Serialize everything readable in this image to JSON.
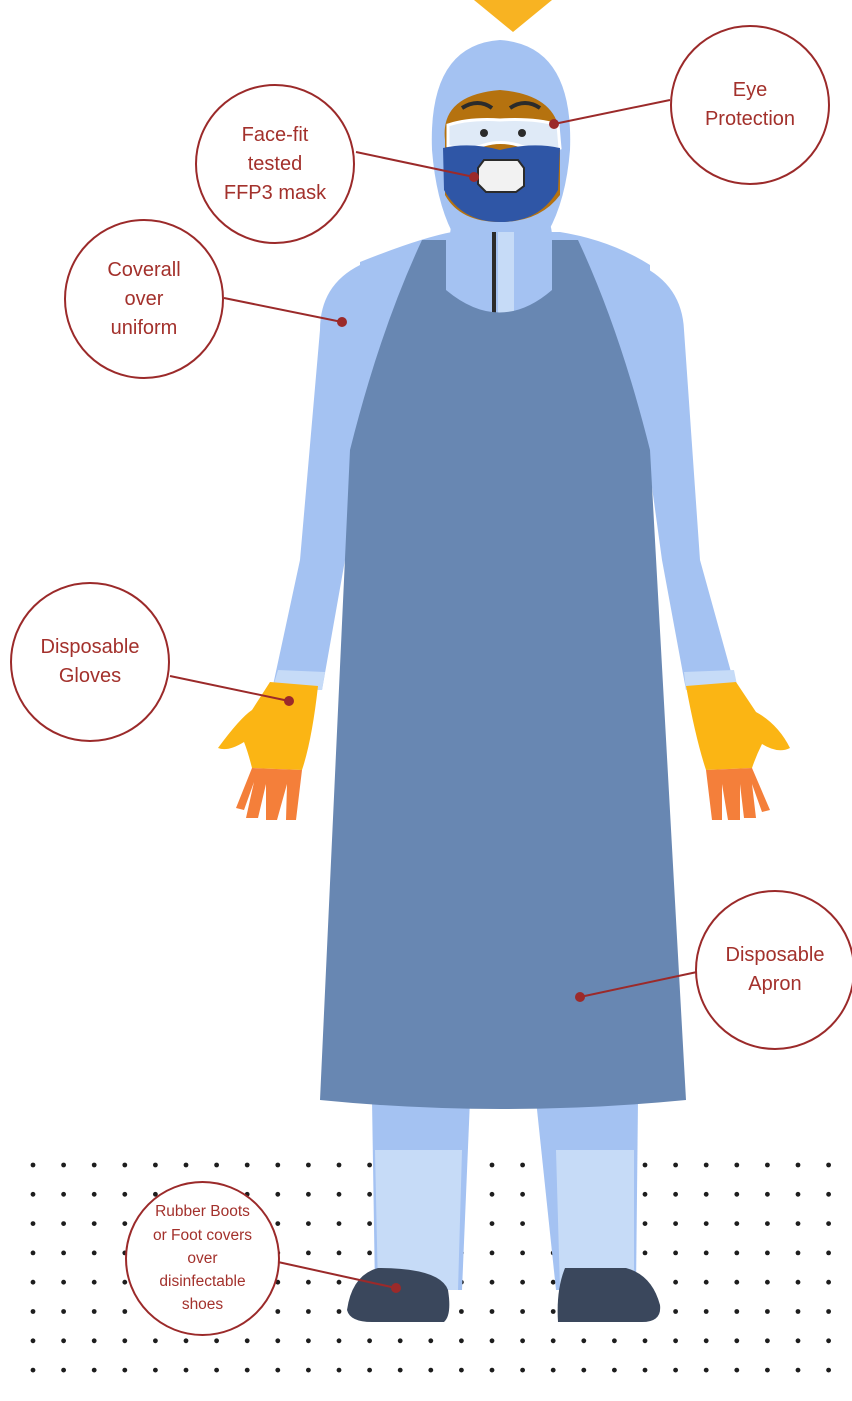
{
  "labels": {
    "eye_protection": "Eye\nProtection",
    "mask": "Face-fit\ntested\nFFP3 mask",
    "coverall": "Coverall\nover\nuniform",
    "gloves": "Disposable\nGloves",
    "apron": "Disposable\nApron",
    "boots": "Rubber Boots\nor Foot covers\nover\ndisinfectable\nshoes"
  },
  "colors": {
    "callout_text": "#a3312c",
    "callout_border": "#9b2a2a",
    "coverall": "#a4c2f2",
    "coverall_light": "#c6dbf7",
    "apron": "#6887b2",
    "mask": "#2f56a6",
    "skin": "#b5720f",
    "gloves": "#fbb514",
    "fingers": "#f47f3a",
    "shoes": "#3a475c",
    "dots": "#1d1d1d",
    "marker": "#f8b322"
  }
}
